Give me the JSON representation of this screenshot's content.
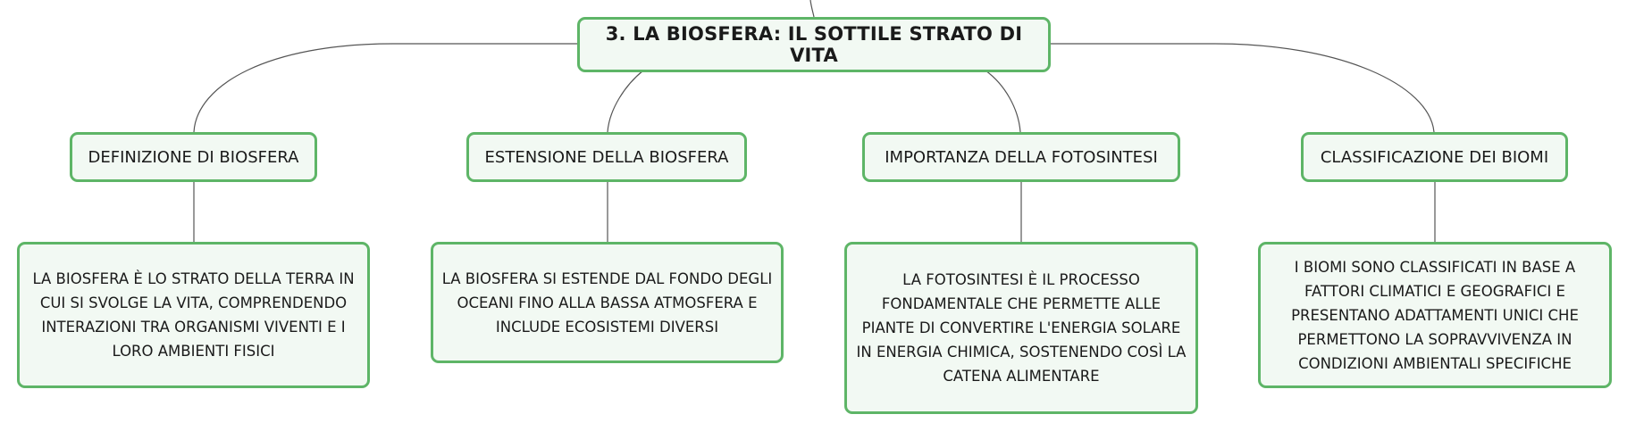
{
  "map": {
    "root": {
      "label": "3. LA BIOSFERA: IL SOTTILE STRATO DI VITA"
    },
    "topics": [
      {
        "label": "DEFINIZIONE DI BIOSFERA",
        "detail": "LA BIOSFERA È LO STRATO DELLA TERRA IN CUI SI SVOLGE LA VITA, COMPRENDENDO INTERAZIONI TRA ORGANISMI VIVENTI E I LORO AMBIENTI FISICI"
      },
      {
        "label": "ESTENSIONE DELLA BIOSFERA",
        "detail": "LA BIOSFERA SI ESTENDE DAL FONDO DEGLI OCEANI FINO ALLA BASSA ATMOSFERA E INCLUDE ECOSISTEMI DIVERSI"
      },
      {
        "label": "IMPORTANZA DELLA FOTOSINTESI",
        "detail": "LA FOTOSINTESI È IL PROCESSO FONDAMENTALE CHE PERMETTE ALLE PIANTE DI CONVERTIRE L'ENERGIA SOLARE IN ENERGIA CHIMICA, SOSTENENDO COSÌ LA CATENA ALIMENTARE"
      },
      {
        "label": "CLASSIFICAZIONE DEI BIOMI",
        "detail": "I BIOMI SONO CLASSIFICATI IN BASE A FATTORI CLIMATICI E GEOGRAFICI E PRESENTANO ADATTAMENTI UNICI CHE PERMETTONO LA SOPRAVVIVENZA IN CONDIZIONI AMBIENTALI SPECIFICHE"
      }
    ]
  },
  "colors": {
    "node_border": "#5eb567",
    "node_fill": "#f2f9f3",
    "connector": "#555555",
    "text": "#1a1a1a"
  }
}
